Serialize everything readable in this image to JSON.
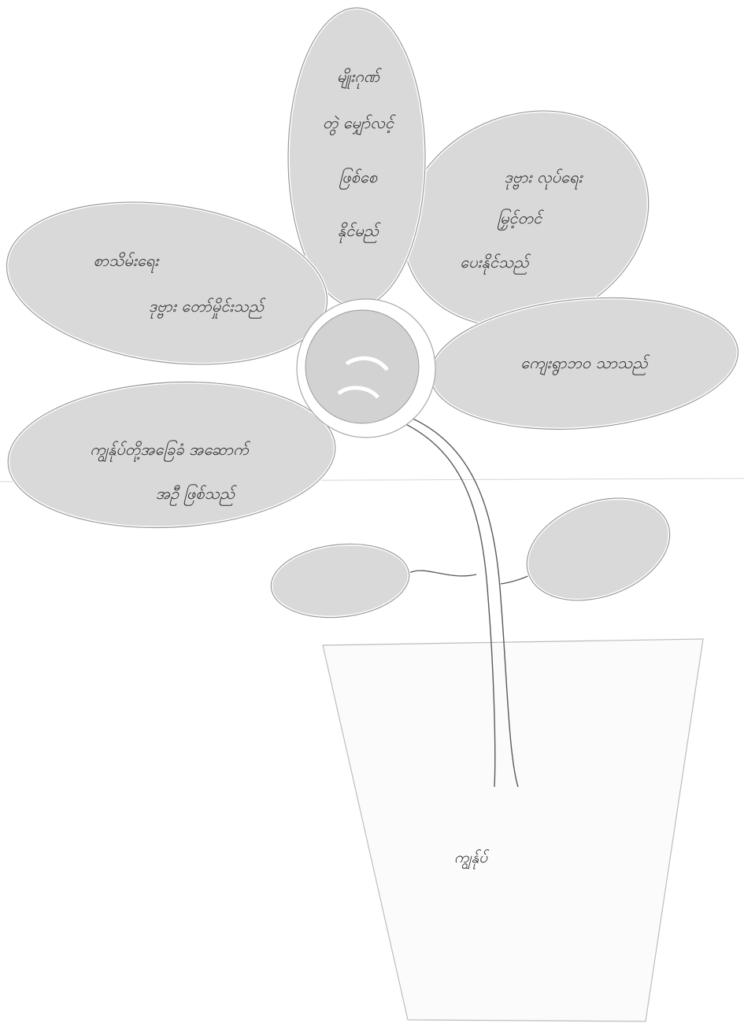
{
  "diagram": {
    "petals": [
      {
        "id": "top",
        "lines": [
          "မျိုးဂုဏ်",
          "တွဲ မျှော်လင့်",
          "ဖြစ်စေ",
          "နိုင်မည်"
        ]
      },
      {
        "id": "upper-right",
        "lines": [
          "ဒုဗ္ဗား လုပ်ရေး",
          "မြှင့်တင်",
          "ပေးနိုင်သည်"
        ]
      },
      {
        "id": "left",
        "lines": [
          "စာသိမ်းရေး",
          "ဒုဗ္ဗား တော်မှိုင်းသည်"
        ]
      },
      {
        "id": "right",
        "lines": [
          "ကျေးရွာဘဝ သာသည်"
        ]
      },
      {
        "id": "lower-left",
        "lines": [
          "ကျွန်ုပ်တို့အခြေခံ အဆောက်",
          "အဦ ဖြစ်သည်"
        ]
      }
    ],
    "pot_label": "ကျွန်ုပ်"
  },
  "colors": {
    "petal_fill": "#d9d9d9",
    "outline": "#8c8c8c",
    "background": "#ffffff"
  }
}
